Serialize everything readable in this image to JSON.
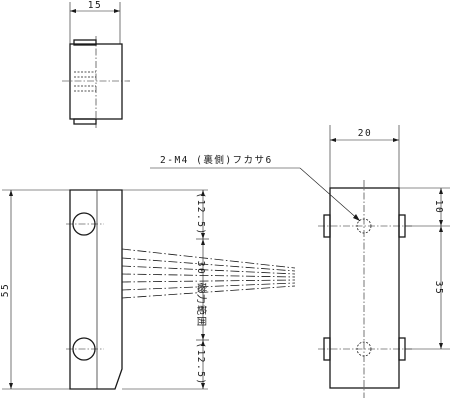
{
  "top_view": {
    "width_dim": "15"
  },
  "front_view": {
    "overall_height_dim": "55",
    "upper_offset_dim": "(12.5)",
    "lower_offset_dim": "(12.5)",
    "sensing_range_dim": "30",
    "sensing_range_label": "磁力範囲"
  },
  "side_view": {
    "width_dim": "20",
    "top_offset_dim": "10",
    "hole_pitch_dim": "35",
    "tapped_hole_note": "2-M4 (裏側)フカサ6"
  }
}
